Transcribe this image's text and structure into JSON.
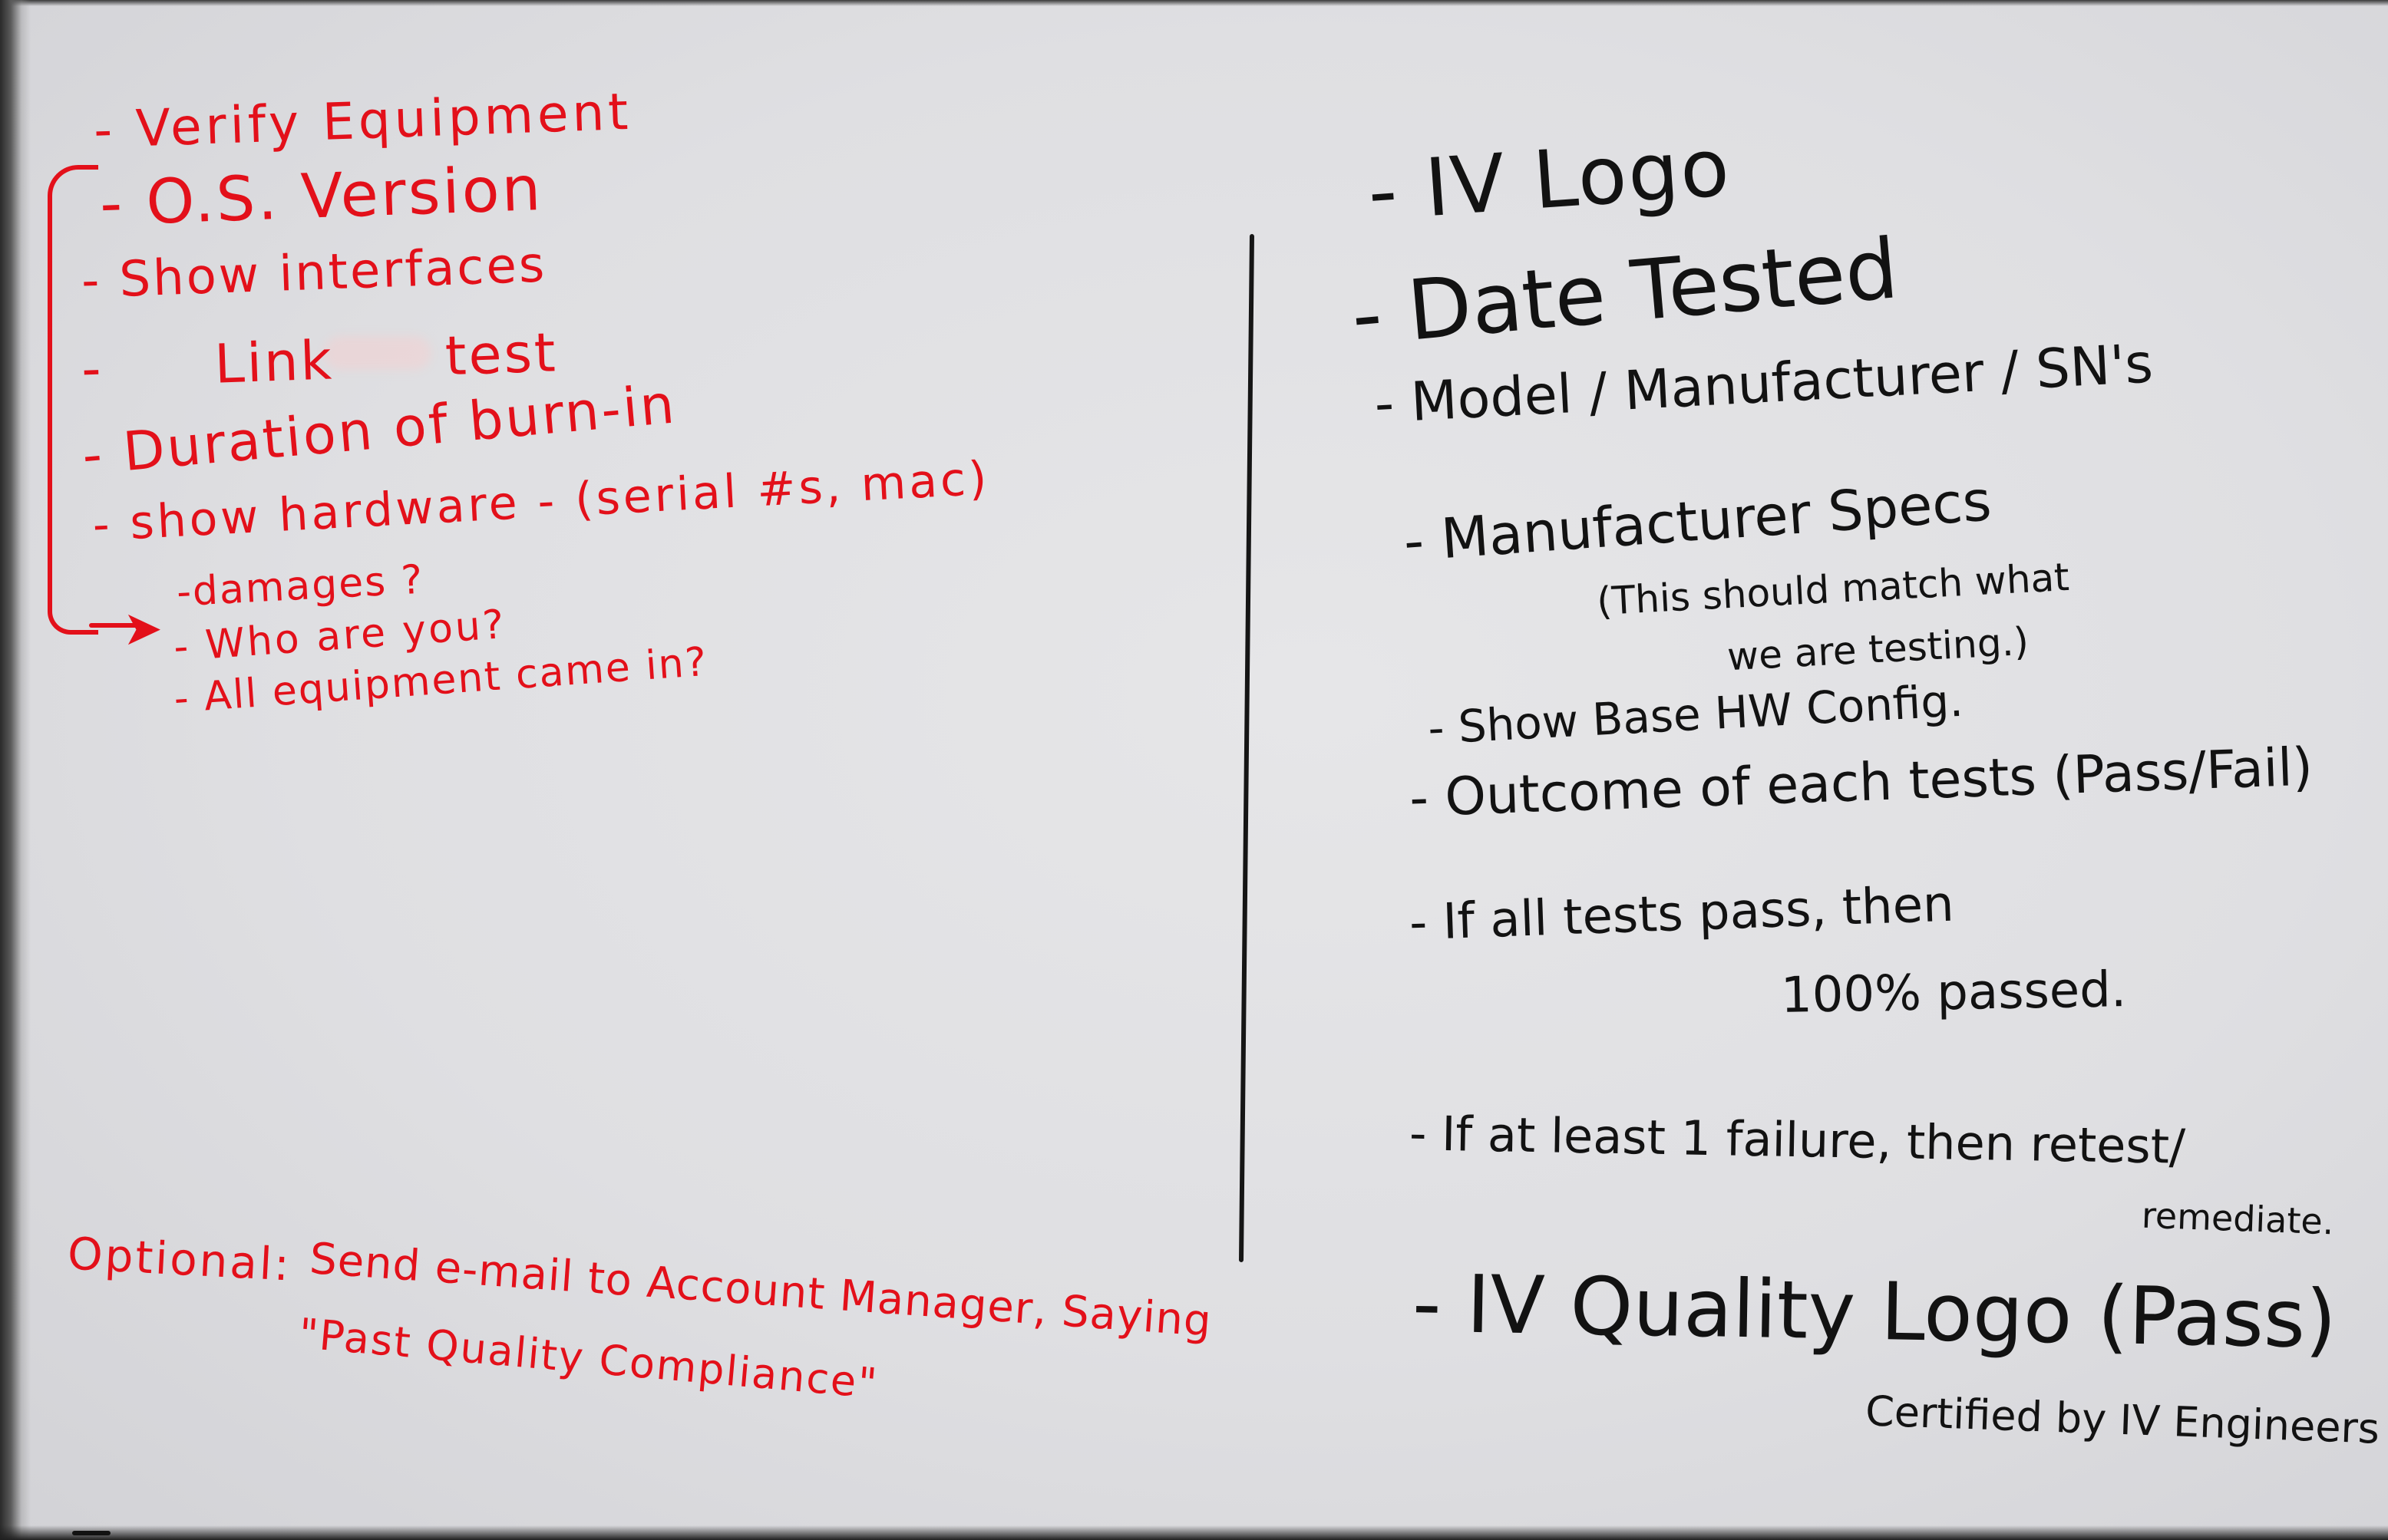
{
  "left_column": {
    "items": [
      "- Verify Equipment",
      "- O.S. Version",
      "- Show interfaces",
      "- Link test",
      "- Duration of burn-in",
      "- show hardware - (serial #s, mac)",
      "-damages ?",
      "- Who are you?",
      "- All equipment came in?"
    ],
    "optional_label": "Optional:",
    "optional_line1": "Send e-mail to Account Manager, Saying",
    "optional_line2": "\"Past Quality Compliance\""
  },
  "right_column": {
    "items": [
      "- IV Logo",
      "- Date Tested",
      "- Model / Manufacturer / SN's",
      "- Manufacturer Specs",
      "(This should match what",
      "we are testing.)",
      "- Show Base HW Config.",
      "- Outcome of each tests (Pass/Fail)",
      "- If all tests pass, then",
      "100% passed.",
      "- If at least 1 failure, then retest/",
      "remediate.",
      "- IV Quality Logo (Pass)",
      "Certified by IV Engineers"
    ]
  },
  "colors": {
    "marker_red": "#e3101a",
    "marker_black": "#121212",
    "board": "#e3e3e5"
  }
}
